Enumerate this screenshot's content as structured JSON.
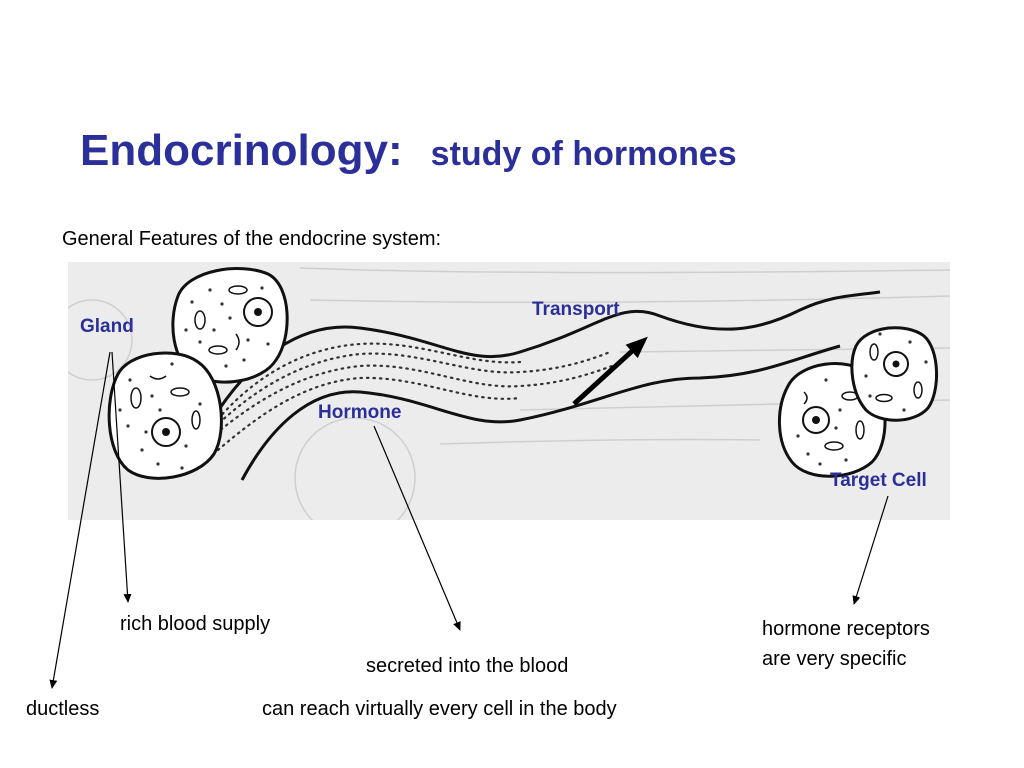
{
  "title": {
    "main": "Endocrinology:",
    "sub": "study of hormones"
  },
  "subtitle": "General Features of the endocrine system:",
  "diagram": {
    "labels": {
      "gland": "Gland",
      "transport": "Transport",
      "hormone": "Hormone",
      "target_cell": "Target Cell"
    },
    "notes": {
      "rich_blood_supply": "rich blood supply",
      "ductless": "ductless",
      "secreted": "secreted into the blood",
      "reach": "can reach virtually every cell in the body",
      "receptors_line1": "hormone receptors",
      "receptors_line2": "are very specific"
    },
    "colors": {
      "label": "#2b2f9a",
      "panel": "#ececec"
    }
  }
}
